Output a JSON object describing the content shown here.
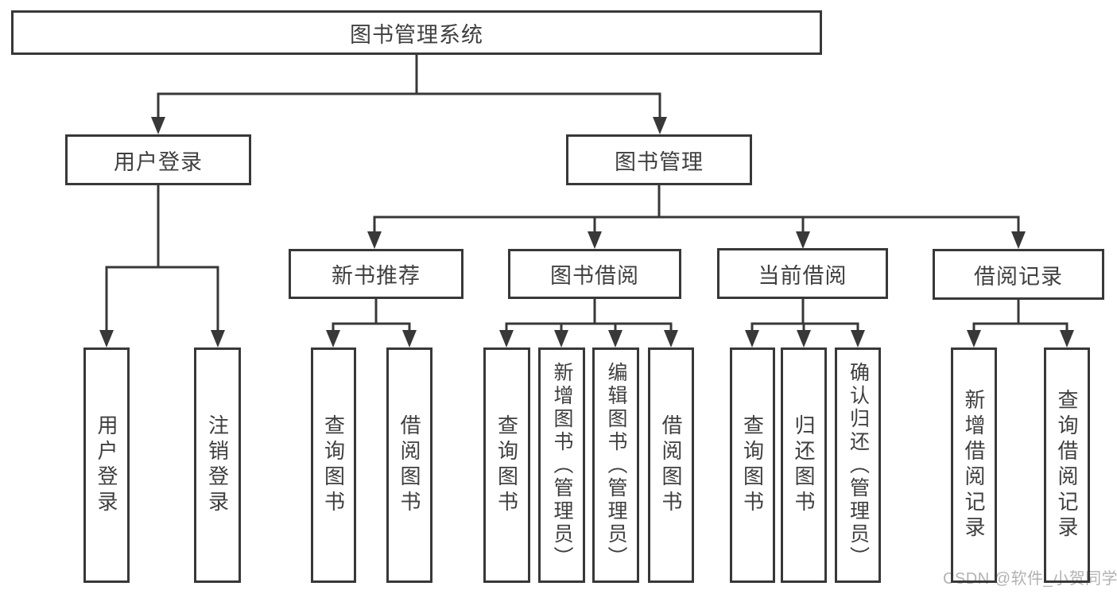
{
  "diagram": {
    "type": "hierarchy-tree",
    "colors": {
      "line": "#383838",
      "text": "#3f3f3f",
      "background": "#ffffff",
      "watermark": "#b2b2b2"
    },
    "tree": {
      "label": "图书管理系统",
      "children": [
        {
          "label": "用户登录",
          "children": [
            {
              "label": "用户登录"
            },
            {
              "label": "注销登录"
            }
          ]
        },
        {
          "label": "图书管理",
          "children": [
            {
              "label": "新书推荐",
              "children": [
                {
                  "label": "查询图书"
                },
                {
                  "label": "借阅图书"
                }
              ]
            },
            {
              "label": "图书借阅",
              "children": [
                {
                  "label": "查询图书"
                },
                {
                  "label": "新增图书（管理员）"
                },
                {
                  "label": "编辑图书（管理员）"
                },
                {
                  "label": "借阅图书"
                }
              ]
            },
            {
              "label": "当前借阅",
              "children": [
                {
                  "label": "查询图书"
                },
                {
                  "label": "归还图书"
                },
                {
                  "label": "确认归还（管理员）"
                }
              ]
            },
            {
              "label": "借阅记录",
              "children": [
                {
                  "label": "新增借阅记录"
                },
                {
                  "label": "查询借阅记录"
                }
              ]
            }
          ]
        }
      ]
    },
    "watermark": "CSDN @软件_小贺同学"
  }
}
